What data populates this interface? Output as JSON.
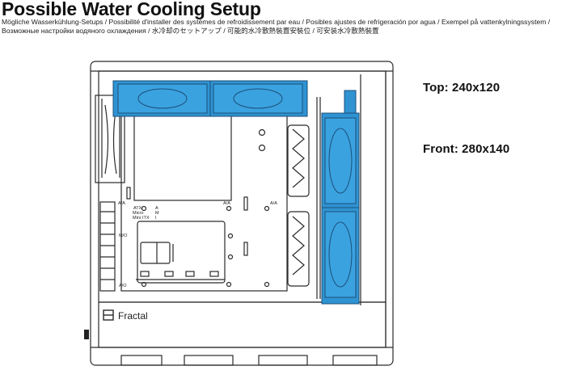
{
  "header": {
    "title": "Possible Water Cooling Setup",
    "subtitle": "Mögliche Wasserkühlung-Setups  / Possibilité d'installer des systèmes de refroidissement par eau / Posibles ajustes de refrigeración por agua / Exempel på vattenkylningssystem / Возможные настройки водяного охлаждения / 水冷却のセットアップ / 可能的水冷散熱裝置安裝位 / 可安装水冷散熱裝置"
  },
  "callouts": {
    "top": "Top: 240x120",
    "front": "Front: 280x140"
  },
  "case": {
    "brand": "Fractal",
    "board_labels": {
      "atx": "ATX",
      "micro": "Micro",
      "mini": "Mini",
      "itx": "ITX",
      "a": "A",
      "m": "M",
      "i": "I",
      "aa_left": "A/A",
      "aa_right": "A/A",
      "aa_far": "A/A",
      "mo": "M/O",
      "ao": "A/O"
    }
  },
  "colors": {
    "radiator": "#2f93d2",
    "radiator_dark": "#1f6fa8",
    "line": "#2a2a2a"
  }
}
